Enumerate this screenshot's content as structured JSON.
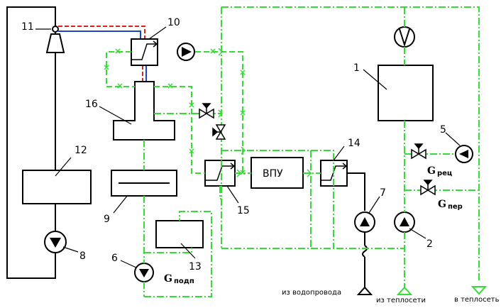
{
  "labels": {
    "n1": "1",
    "n2": "2",
    "n5": "5",
    "n6": "6",
    "n7": "7",
    "n8": "8",
    "n9": "9",
    "n10": "10",
    "n11": "11",
    "n12": "12",
    "n13": "13",
    "n14": "14",
    "n15": "15",
    "n16": "16"
  },
  "vpu": "ВПУ",
  "flows": {
    "rec_symbol": "G",
    "rec_sub": "рец",
    "per_symbol": "G",
    "per_sub": "пер",
    "podp_symbol": "G",
    "podp_sub": "подп"
  },
  "outlets": {
    "water_main": "из водопровода",
    "from_network": "из теплосети",
    "to_network": "в теплосеть"
  },
  "colors": {
    "line": "#000000",
    "network": "#33dd33",
    "hot": "#e02020",
    "cold": "#2040d0"
  }
}
